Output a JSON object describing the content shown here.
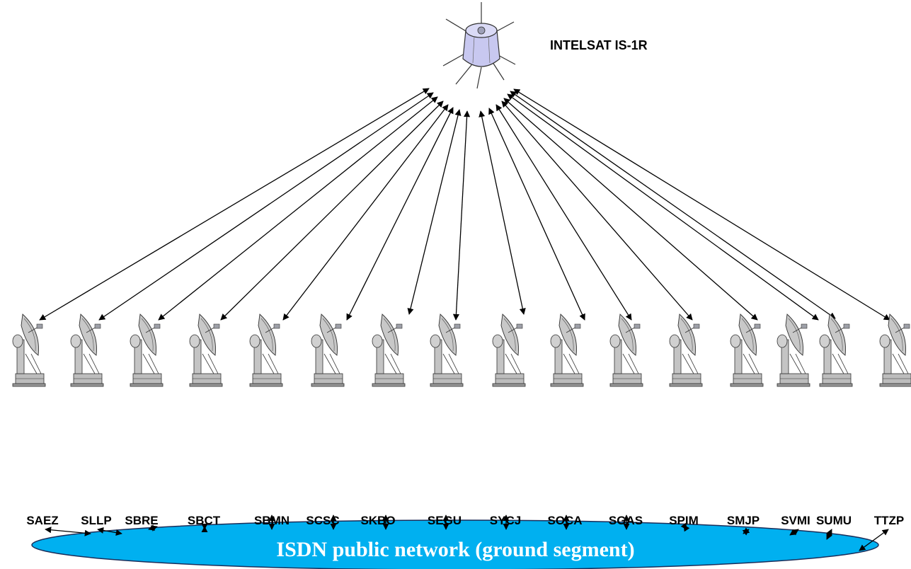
{
  "satellite": {
    "label": "INTELSAT  IS-1R",
    "icon": "satellite-icon"
  },
  "network": {
    "label": "ISDN public network (ground segment)",
    "fill": "#00B0F0"
  },
  "stations": [
    {
      "label": "SAEZ"
    },
    {
      "label": "SLLP"
    },
    {
      "label": "SBRE"
    },
    {
      "label": "SBCT"
    },
    {
      "label": "SBMN"
    },
    {
      "label": "SCSC"
    },
    {
      "label": "SKBO"
    },
    {
      "label": "SEGU"
    },
    {
      "label": "SYCJ"
    },
    {
      "label": "SOCA"
    },
    {
      "label": "SGAS"
    },
    {
      "label": "SPIM"
    },
    {
      "label": "SMJP"
    },
    {
      "label": "SVMI"
    },
    {
      "label": "SUMU"
    },
    {
      "label": "TTZP"
    }
  ],
  "colors": {
    "satellite_body": "#c8c8f0",
    "dish": "#bfbfbf",
    "link": "#000000"
  }
}
